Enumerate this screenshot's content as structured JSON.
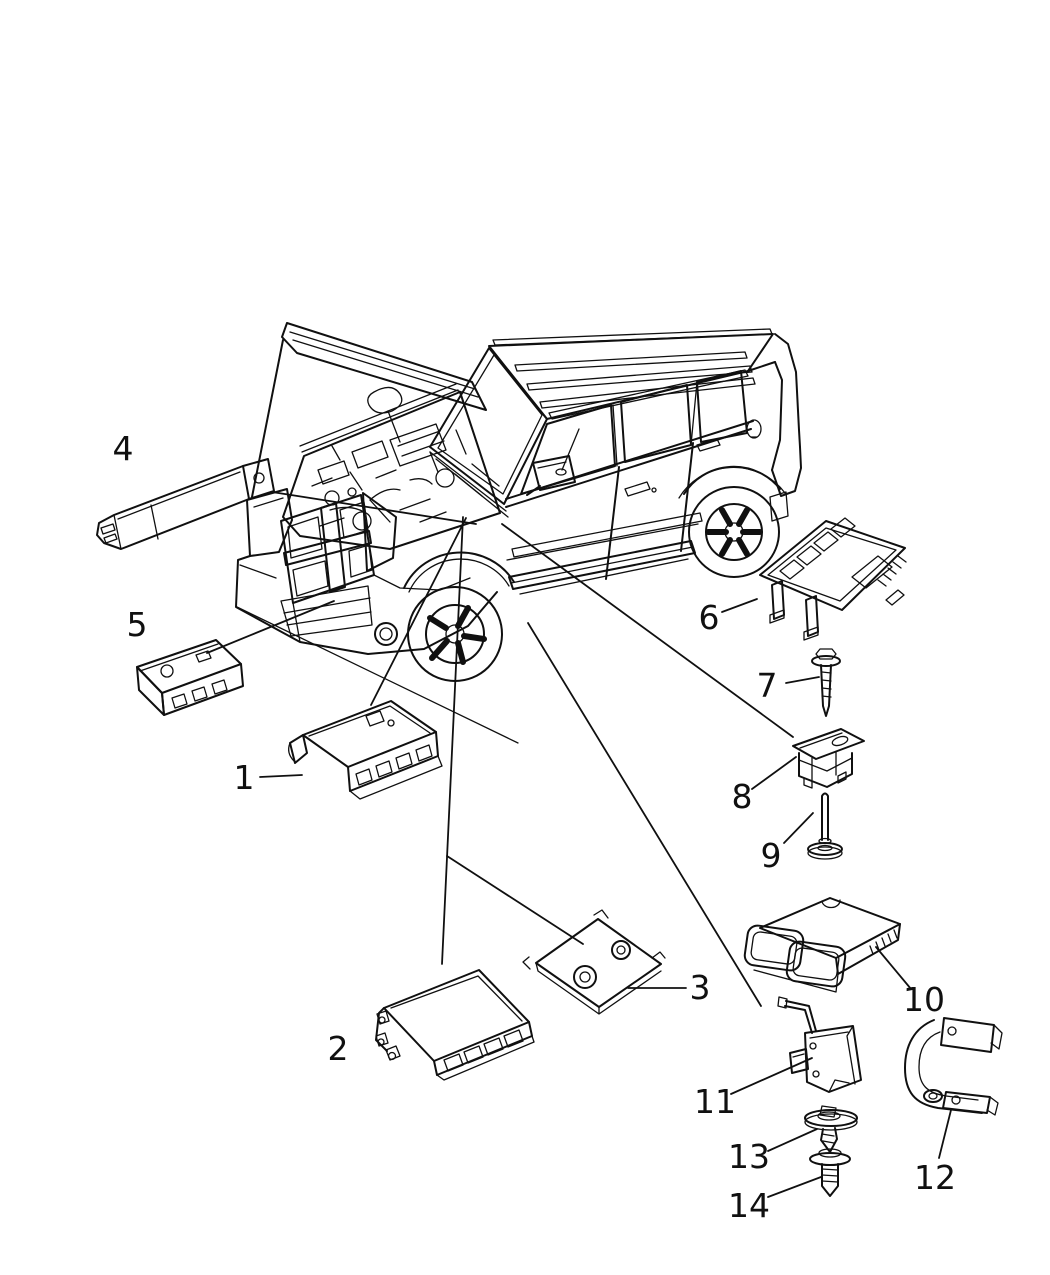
{
  "colors": {
    "ink": "#101010",
    "paper": "#ffffff"
  },
  "diagram": {
    "type": "parts-diagram",
    "subject": "SUV shown in three-quarter front view with hood open; exploded view of electronic control modules, brackets and fasteners",
    "callouts": [
      "1",
      "2",
      "3",
      "4",
      "5",
      "6",
      "7",
      "8",
      "9",
      "10",
      "11",
      "12",
      "13",
      "14"
    ]
  }
}
